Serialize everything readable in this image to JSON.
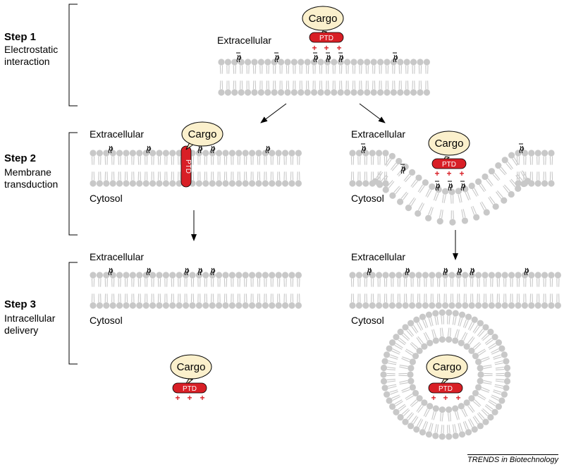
{
  "steps": [
    {
      "title": "Step 1",
      "description": "Electrostatic\ninteraction"
    },
    {
      "title": "Step 2",
      "description": "Membrane\ntransduction"
    },
    {
      "title": "Step 3",
      "description": "Intracellular\ndelivery"
    }
  ],
  "labels": {
    "extracellular": "Extracellular",
    "cytosol": "Cytosol",
    "cargo": "Cargo",
    "ptd": "PTD",
    "plus": "+"
  },
  "footer": "TRENDS in Biotechnology",
  "colors": {
    "lipid": "#c8c8c8",
    "ptd": "#d81f26",
    "cargo": "#fbf0cc",
    "plus": "#d81f26"
  }
}
